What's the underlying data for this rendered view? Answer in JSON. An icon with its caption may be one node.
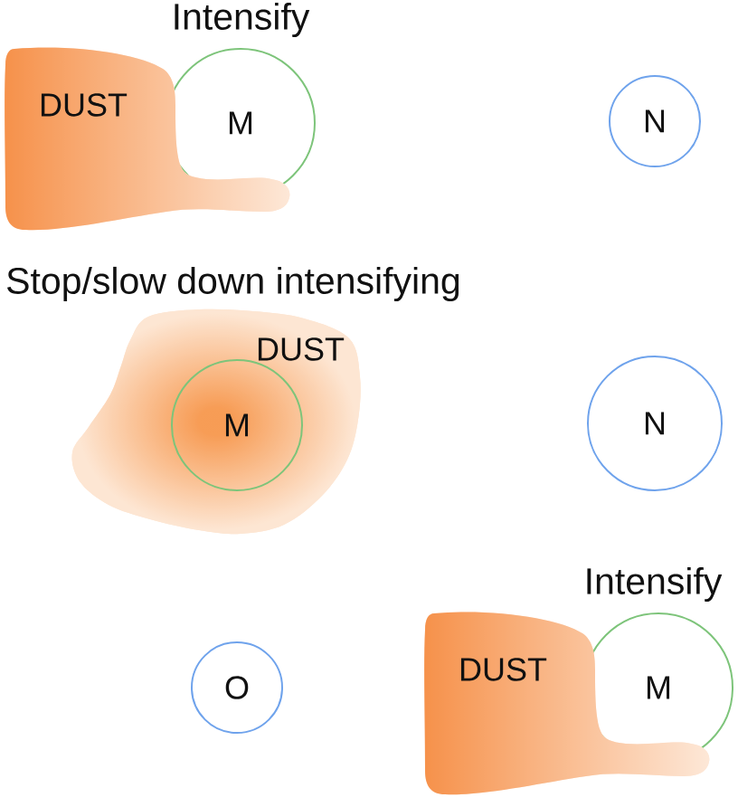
{
  "diagram": {
    "nodes": [
      {
        "text": [
          "DUST"
        ]
      },
      {
        "text": [
          "M"
        ],
        "beside": [
          "Intensify"
        ]
      },
      {
        "text": [
          "N"
        ]
      },
      {
        "text": [
          "DUST"
        ]
      },
      {
        "text": [
          "M"
        ],
        "in": 3
      },
      {
        "text": [
          "N"
        ]
      },
      {
        "text": [
          "O"
        ]
      },
      {
        "text": [
          "DUST"
        ]
      },
      {
        "text": [
          "M"
        ],
        "beside": [
          "Intensify"
        ]
      }
    ],
    "labels": [
      "Stop/slow down intensifying"
    ]
  }
}
